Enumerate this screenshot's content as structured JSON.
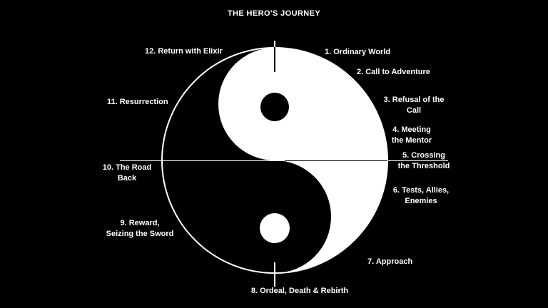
{
  "title": "THE HERO'S JOURNEY",
  "symbol": "yin-yang",
  "colors": {
    "background": "#000000",
    "text": "#ffffff",
    "line": "#ffffff",
    "yin": "#000000",
    "yang": "#ffffff"
  },
  "stages": [
    {
      "id": 1,
      "lines": [
        "1. Ordinary World",
        ""
      ]
    },
    {
      "id": 2,
      "lines": [
        "2. Call to Adventure",
        ""
      ]
    },
    {
      "id": 3,
      "lines": [
        "3. Refusal of the",
        "Call"
      ]
    },
    {
      "id": 4,
      "lines": [
        "4. Meeting",
        "the Mentor"
      ]
    },
    {
      "id": 5,
      "lines": [
        "5. Crossing",
        "the Threshold"
      ]
    },
    {
      "id": 6,
      "lines": [
        "6. Tests, Allies,",
        "Enemies"
      ]
    },
    {
      "id": 7,
      "lines": [
        "7. Approach",
        ""
      ]
    },
    {
      "id": 8,
      "lines": [
        "8. Ordeal, Death & Rebirth",
        ""
      ]
    },
    {
      "id": 9,
      "lines": [
        "9. Reward,",
        "Seizing the Sword"
      ]
    },
    {
      "id": 10,
      "lines": [
        "10. The Road",
        "Back"
      ]
    },
    {
      "id": 11,
      "lines": [
        "11. Resurrection",
        ""
      ]
    },
    {
      "id": 12,
      "lines": [
        "12. Return with Elixir",
        ""
      ]
    }
  ]
}
